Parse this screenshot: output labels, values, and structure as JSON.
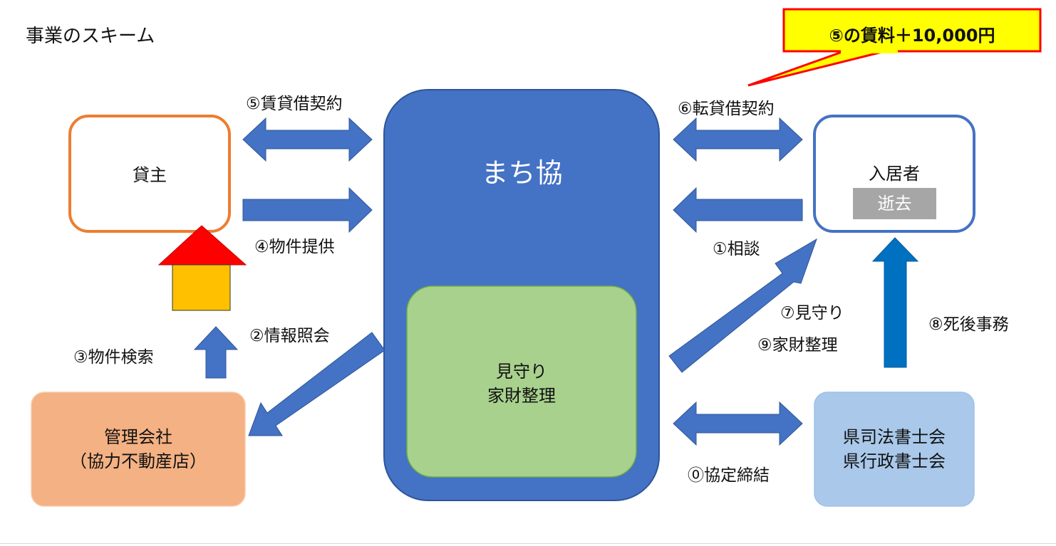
{
  "title": "事業のスキーム",
  "colors": {
    "hub": "#4472c4",
    "arrow": "#4472c4",
    "inner_box": "#a9d18e",
    "landlord_border": "#ed7d31",
    "resident_border": "#4472c4",
    "mgmt_fill": "#f4b183",
    "scrivener_fill": "#9dc3e6",
    "callout_fill": "#ffff00",
    "callout_border": "#ff0000",
    "house_roof": "#ff0000",
    "house_body": "#ffc000",
    "badge": "#a6a6a6",
    "arrow_dark": "#0070c0"
  },
  "callout": {
    "text": "⑤の賃料＋10,000円"
  },
  "nodes": {
    "hub": {
      "title": "まち協",
      "inner_line1": "見守り",
      "inner_line2": "家財整理"
    },
    "landlord": {
      "label": "貸主"
    },
    "resident": {
      "label": "入居者",
      "badge": "逝去"
    },
    "management": {
      "line1": "管理会社",
      "line2": "（協力不動産店）"
    },
    "scriveners": {
      "line1": "県司法書士会",
      "line2": "県行政書士会"
    }
  },
  "edges": {
    "lease": "⑤賃貸借契約",
    "provide": "④物件提供",
    "sublease": "⑥転貸借契約",
    "consult": "①相談",
    "inquiry": "②情報照会",
    "search": "③物件検索",
    "watch": "⑦見守り",
    "household": "⑨家財整理",
    "after_death": "⑧死後事務",
    "agreement": "⓪協定締結"
  }
}
